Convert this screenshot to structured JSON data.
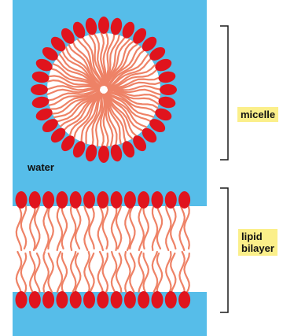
{
  "labels": {
    "water": "water",
    "micelle": "micelle",
    "bilayer": "lipid\nbilayer"
  },
  "colors": {
    "water": "#56bde9",
    "head": "#e0141d",
    "tail": "#ee8266",
    "interior": "#ffffff",
    "tag": "#fbef8a",
    "bracket": "#1a1a1a"
  },
  "diagram": {
    "micelle_head_count": 32,
    "bilayer_heads_per_leaflet": 13
  }
}
